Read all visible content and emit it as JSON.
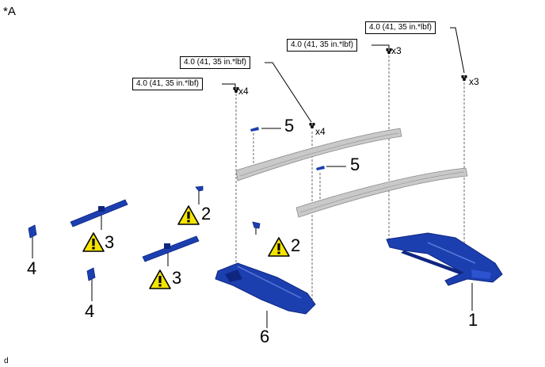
{
  "figure": {
    "label": "*A",
    "footer": "d"
  },
  "torque_labels": [
    "4.0 (41, 35 in.*lbf)",
    "4.0 (41, 35 in.*lbf)",
    "4.0 (41, 35 in.*lbf)",
    "4.0 (41, 35 in.*lbf)"
  ],
  "quantities": [
    "x3",
    "x3",
    "x4",
    "x4"
  ],
  "callouts": [
    "1",
    "2",
    "2",
    "3",
    "3",
    "4",
    "4",
    "5",
    "5",
    "6"
  ],
  "icons": [
    "warning-icon",
    "bolt-icon",
    "clip-icon"
  ],
  "colors": {
    "part_blue": "#1c3fb0",
    "part_dark": "#0f2680",
    "rail_grey": "#b4b4b4",
    "warning_yellow": "#f5e400"
  }
}
